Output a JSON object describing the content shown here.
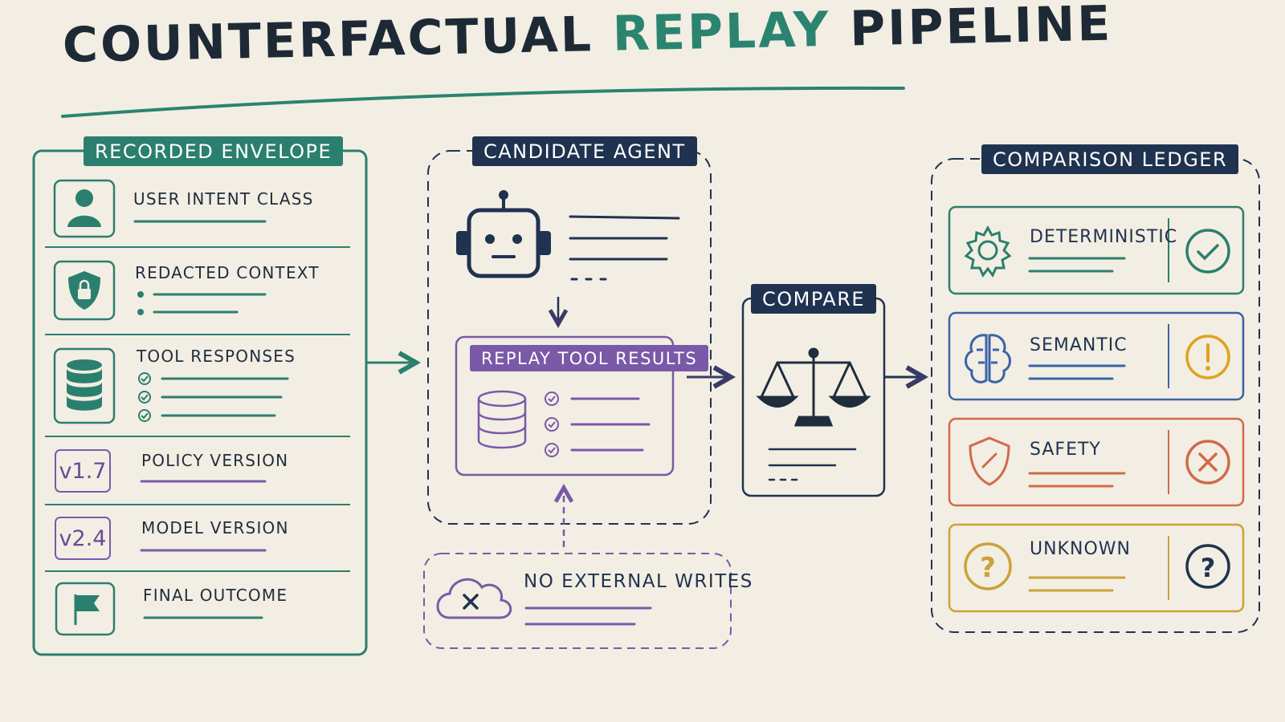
{
  "title": {
    "part1": "COUNTERFACTUAL",
    "part2": "REPLAY",
    "part3": "PIPELINE"
  },
  "envelope": {
    "label": "RECORDED ENVELOPE",
    "rows": [
      {
        "label": "USER INTENT CLASS",
        "icon": "user-icon"
      },
      {
        "label": "REDACTED CONTEXT",
        "icon": "shield-lock-icon"
      },
      {
        "label": "TOOL RESPONSES",
        "icon": "database-icon"
      },
      {
        "label": "POLICY VERSION",
        "badge": "v1.7"
      },
      {
        "label": "MODEL VERSION",
        "badge": "v2.4"
      },
      {
        "label": "FINAL OUTCOME",
        "icon": "flag-icon"
      }
    ]
  },
  "agent": {
    "label": "CANDIDATE AGENT",
    "replay_label": "REPLAY TOOL RESULTS",
    "no_writes_label": "NO EXTERNAL WRITES",
    "icons": [
      "robot-icon",
      "database-icon",
      "cloud-x-icon"
    ]
  },
  "compare": {
    "label": "COMPARE",
    "icon": "scales-icon"
  },
  "ledger": {
    "label": "COMPARISON LEDGER",
    "rows": [
      {
        "label": "DETERMINISTIC",
        "icon": "gear-icon",
        "status_icon": "check-circle-icon",
        "color": "#2b7f6e"
      },
      {
        "label": "SEMANTIC",
        "icon": "brain-icon",
        "status_icon": "exclamation-circle-icon",
        "color": "#3a63a8"
      },
      {
        "label": "SAFETY",
        "icon": "shield-slash-icon",
        "status_icon": "x-circle-icon",
        "color": "#d06a4a"
      },
      {
        "label": "UNKNOWN",
        "icon": "question-circle-icon",
        "status_icon": "question-circle-icon",
        "color": "#caa23a"
      }
    ]
  },
  "colors": {
    "teal": "#2b7f6e",
    "navy": "#1f3350",
    "purple": "#7a59a8",
    "blue": "#3a63a8",
    "orange": "#d06a4a",
    "gold": "#caa23a",
    "status_gold": "#e0a21e",
    "background": "#f3eee3"
  }
}
